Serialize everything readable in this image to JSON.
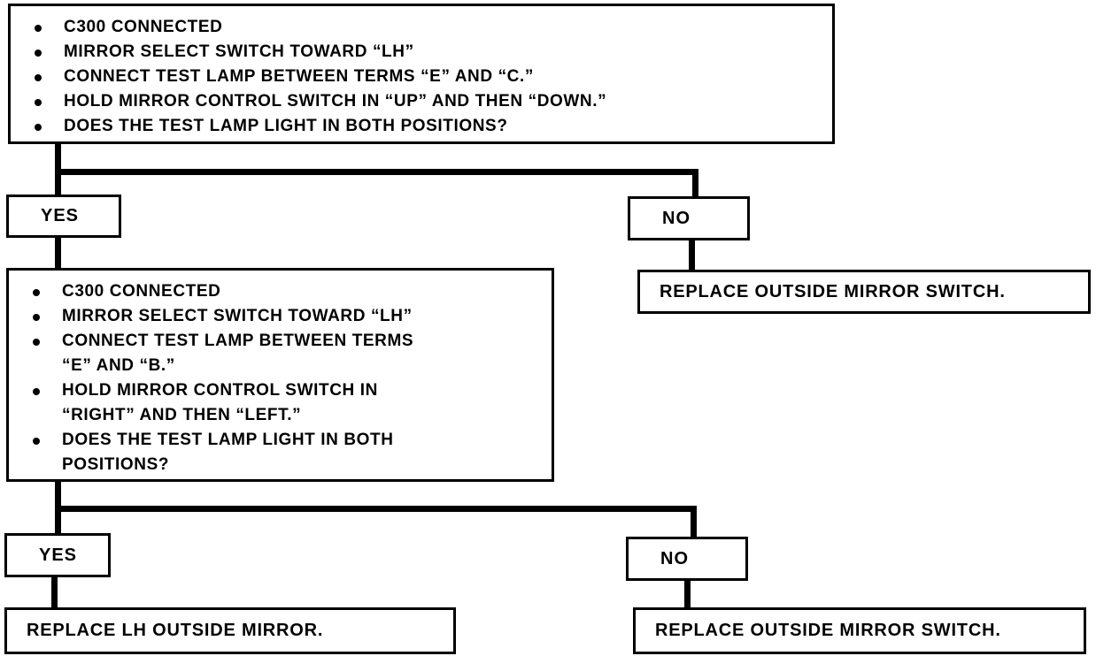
{
  "diagram": {
    "title": "Outside Mirror Diagnostic Flowchart",
    "line_color": "#000000",
    "background_color": "#ffffff"
  },
  "nodes": {
    "question_1": {
      "name": "test-c-terminal-question",
      "items": [
        "C300 CONNECTED",
        "MIRROR SELECT SWITCH TOWARD “LH”",
        "CONNECT TEST LAMP BETWEEN TERMS “E” AND “C.”",
        "HOLD MIRROR CONTROL SWITCH IN “UP” AND THEN “DOWN.”",
        "DOES THE TEST LAMP LIGHT IN BOTH POSITIONS?"
      ]
    },
    "question_2": {
      "name": "test-b-terminal-question",
      "items": [
        "C300 CONNECTED",
        "MIRROR SELECT SWITCH TOWARD “LH”",
        "CONNECT TEST LAMP BETWEEN TERMS\n“E” AND “B.”",
        "HOLD MIRROR CONTROL SWITCH IN\n“RIGHT” AND THEN “LEFT.”",
        "DOES THE TEST LAMP LIGHT IN BOTH\nPOSITIONS?"
      ]
    },
    "decision_yes_1": {
      "label": "YES"
    },
    "decision_no_1": {
      "label": "NO"
    },
    "decision_yes_2": {
      "label": "YES"
    },
    "decision_no_2": {
      "label": "NO"
    },
    "action_replace_switch_1": {
      "label": "REPLACE OUTSIDE MIRROR SWITCH."
    },
    "action_replace_mirror": {
      "label": "REPLACE LH OUTSIDE MIRROR."
    },
    "action_replace_switch_2": {
      "label": "REPLACE OUTSIDE MIRROR SWITCH."
    }
  }
}
